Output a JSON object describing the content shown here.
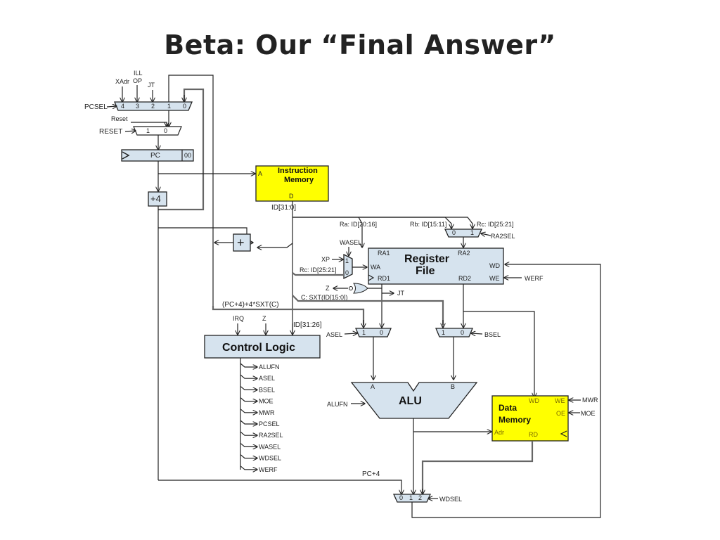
{
  "title": "Beta: Our “Final Answer”",
  "pc_mux": {
    "select_label": "PCSEL",
    "inputs": [
      "4",
      "3",
      "2",
      "1",
      "0"
    ],
    "input_labels": {
      "xadr": "XAdr",
      "illop_1": "ILL",
      "illop_2": "OP",
      "jt": "JT"
    }
  },
  "reset_mux": {
    "select_label": "RESET",
    "input_label": "Reset",
    "inputs": [
      "1",
      "0"
    ]
  },
  "pc": {
    "label": "PC",
    "suffix": "00"
  },
  "plus4": {
    "label": "+4"
  },
  "adder": {
    "label": "+"
  },
  "instruction_memory": {
    "title_1": "Instruction",
    "title_2": "Memory",
    "port_a": "A",
    "port_d": "D",
    "output_label": "ID[31:0]"
  },
  "register_file": {
    "title_1": "Register",
    "title_2": "File",
    "ports": {
      "ra1": "RA1",
      "ra2": "RA2",
      "wa": "WA",
      "rd1": "RD1",
      "rd2": "RD2",
      "wd": "WD",
      "we": "WE"
    },
    "ra_label": "Ra: ID[20:16]",
    "rb_label": "Rb: ID[15:11]",
    "rc_label": "Rc: ID[25:21]",
    "rc_wa_label": "Rc: ID[25:21]",
    "werf_label": "WERF"
  },
  "ra2sel_mux": {
    "select_label": "RA2SEL",
    "inputs": [
      "0",
      "1"
    ]
  },
  "wasel_mux": {
    "select_label": "WASEL",
    "xp_label": "XP",
    "inputs": [
      "1",
      "0"
    ]
  },
  "zero_detect": {
    "z_label": "Z",
    "jt_label": "JT"
  },
  "sxt_label": "C: SXT(ID[15:0])",
  "branch_label": "(PC+4)+4*SXT(C)",
  "asel_mux": {
    "select_label": "ASEL",
    "inputs": [
      "1",
      "0"
    ]
  },
  "bsel_mux": {
    "select_label": "BSEL",
    "inputs": [
      "1",
      "0"
    ]
  },
  "control_logic": {
    "title": "Control Logic",
    "inputs": [
      "IRQ",
      "Z",
      "ID[31:26]"
    ],
    "outputs": [
      "ALUFN",
      "ASEL",
      "BSEL",
      "MOE",
      "MWR",
      "PCSEL",
      "RA2SEL",
      "WASEL",
      "WDSEL",
      "WERF"
    ]
  },
  "alu": {
    "title": "ALU",
    "port_a": "A",
    "port_b": "B",
    "control_label": "ALUFN"
  },
  "data_memory": {
    "title_1": "Data",
    "title_2": "Memory",
    "ports": {
      "wd": "WD",
      "we": "WE",
      "oe": "OE",
      "adr": "Adr",
      "rd": "RD"
    },
    "mwr_label": "MWR",
    "moe_label": "MOE"
  },
  "wdsel_mux": {
    "select_label": "WDSEL",
    "inputs": [
      "0",
      "1",
      "2"
    ],
    "pc4_label": "PC+4"
  },
  "colors": {
    "block_fill": "#d6e3ee",
    "memory_fill": "#ffff00",
    "wire": "#222222"
  }
}
